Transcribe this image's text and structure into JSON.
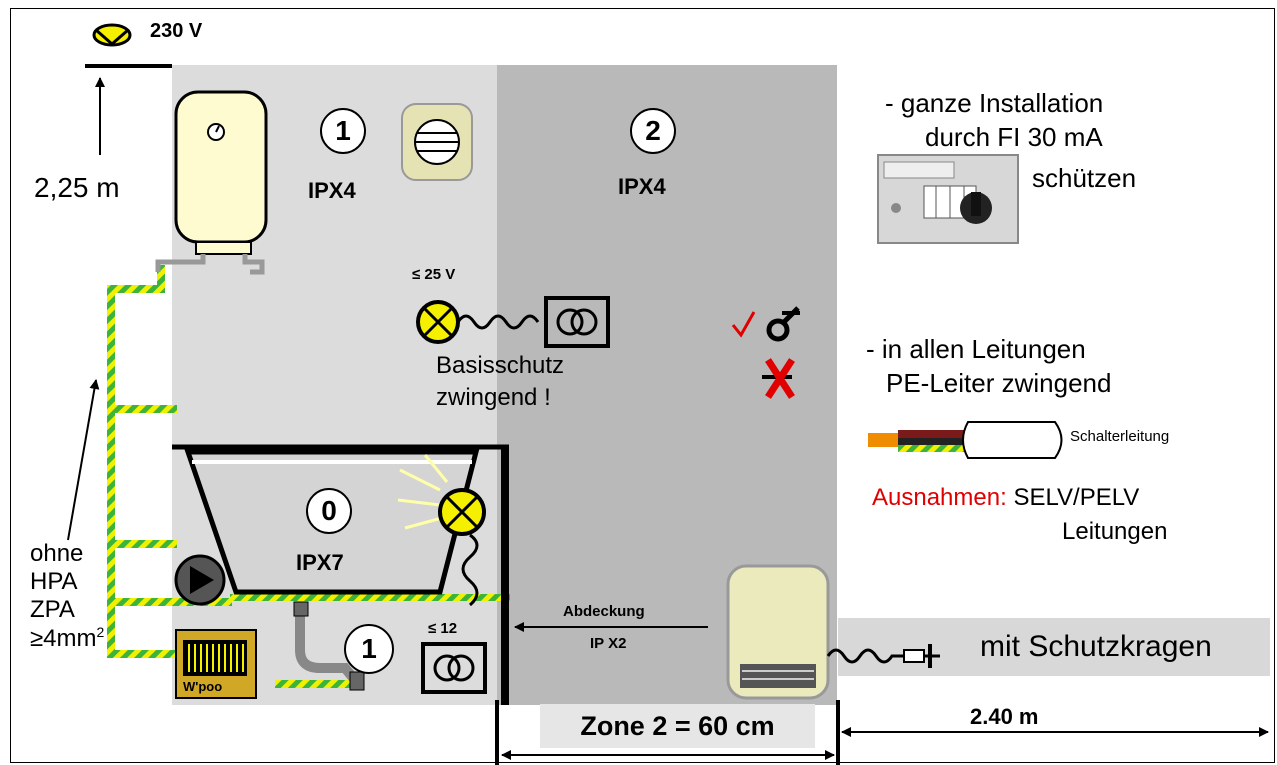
{
  "supply": {
    "voltage": "230 V"
  },
  "heights": {
    "height_label": "2,25 m"
  },
  "zones": {
    "zone1_number": "1",
    "zone1_ip": "IPX4",
    "zone2_number": "2",
    "zone2_ip": "IPX4",
    "zone0_number": "0",
    "zone0_ip": "IPX7",
    "zone1_lower_number": "1"
  },
  "selv": {
    "voltage_limit": "≤ 25 V",
    "basic_protection_line1": "Basisschutz",
    "basic_protection_line2": "zwingend !",
    "low_voltage_limit": "≤ 12"
  },
  "bonding": {
    "line1": "ohne",
    "line2": "HPA",
    "line3": "ZPA",
    "line4": "≥4mm",
    "line4_sup": "2"
  },
  "whirlpool": {
    "label": "W'poo"
  },
  "cover": {
    "line1": "Abdeckung",
    "line2": "IP X2"
  },
  "dimensions": {
    "zone2_width": "Zone 2 = 60 cm",
    "distance": "2.40 m"
  },
  "notes": {
    "fi_line1": "- ganze Installation",
    "fi_line2": "durch FI 30 mA",
    "fi_line3": "schützen",
    "pe_line1": "-  in allen Leitungen",
    "pe_line2": "PE-Leiter zwingend",
    "cable_label": "Schalterleitung",
    "exceptions_label": "Ausnahmen:",
    "exceptions_value": "SELV/PELV",
    "exceptions_line2": "Leitungen",
    "socket_label": "mit Schutzkragen"
  },
  "colors": {
    "zone1": "#dcdcdc",
    "zone2": "#b9b9b9",
    "bonding_yellow": "#f0f000",
    "bonding_green": "#3cb43c",
    "lamp_yellow": "#f5f000",
    "check_red": "#e00000",
    "exceptions_red": "#e00000"
  },
  "icons": [
    "supply-symbol-icon",
    "boiler-icon",
    "vent-fan-icon",
    "lamp-icon",
    "transformer-icon",
    "checkmark-icon",
    "plug-symbol-icon",
    "cross-icon",
    "rcd-breaker-icon",
    "cable-icon",
    "bathtub-icon",
    "pump-icon",
    "whirlpool-unit-icon",
    "heater-icon",
    "plug-icon"
  ]
}
